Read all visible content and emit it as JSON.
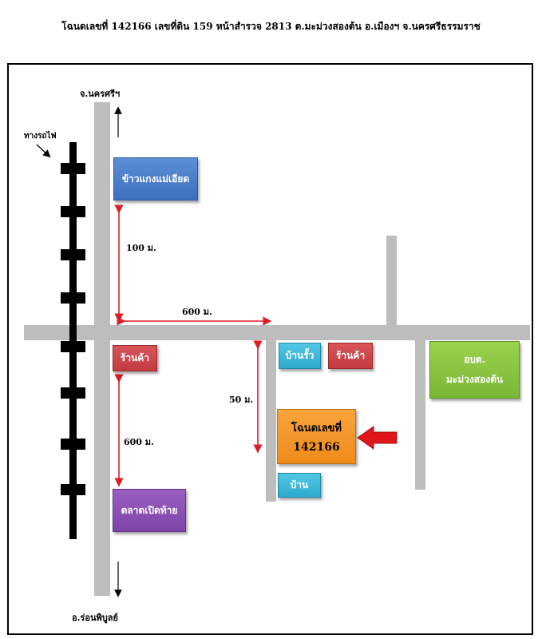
{
  "title": "โฉนดเลขที่  142166  เลขที่ดิน 159 หน้าสำรวจ  2813  ต.มะม่วงสองต้น  อ.เมืองฯ  จ.นครศรีธรรมราช",
  "labels": {
    "north_destination": "จ.นครศรีฯ",
    "south_destination": "อ.ร่อนพิบูลย์",
    "railway": "ทางรถไฟ",
    "dist_100": "100 ม.",
    "dist_600_horizontal": "600 ม.",
    "dist_600_vertical": "600 ม.",
    "dist_50": "50 ม."
  },
  "places": {
    "khao_kaeng": "ข้าวแกงแม่เอียด",
    "shop_left": "ร้านค้า",
    "market": "ตลาดเปิดท้าย",
    "ban_rua": "บ้านรั้ว",
    "shop_right": "ร้านค้า",
    "obt_line1": "อบต.",
    "obt_line2": "มะม่วงสองต้น",
    "plot_line1": "โฉนดเลขที่",
    "plot_line2": "142166",
    "house": "บ้าน"
  },
  "colors": {
    "road": "#bdbdbd",
    "arrow_red": "#e0161b",
    "distance_line": "#d81f26"
  }
}
